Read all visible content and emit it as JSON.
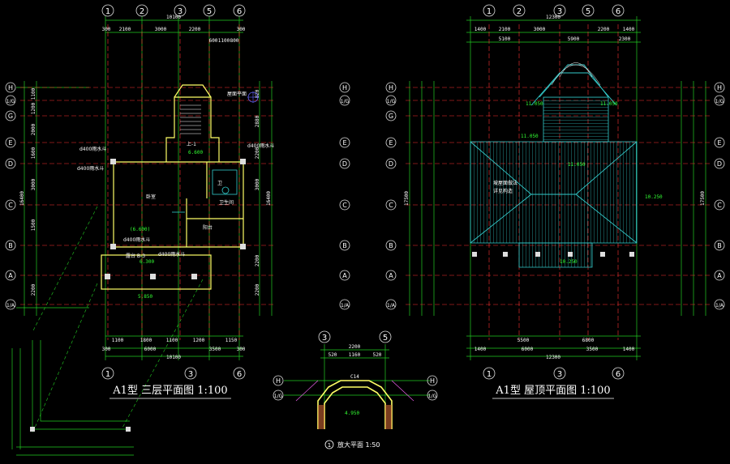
{
  "titles": {
    "third_floor": "A1型  三层平面图 1:100",
    "roof": "A1型  屋顶平面图 1:100",
    "enlarged": "放大平面 1:50",
    "enlarged_num": "1"
  },
  "left_plan": {
    "col_axes": [
      "1",
      "2",
      "3",
      "5",
      "6"
    ],
    "row_axes": [
      "H",
      "1/G",
      "G",
      "E",
      "D",
      "C",
      "B",
      "A",
      "1/A"
    ],
    "top_dims": [
      "300",
      "2100",
      "3000",
      "2200",
      "300"
    ],
    "top_total": "10100",
    "top_small": [
      "600",
      "1100",
      "800"
    ],
    "bottom_dims": [
      "1100",
      "1800",
      "1100",
      "1200",
      "1150"
    ],
    "bottom_dims2": [
      "300",
      "6000",
      "3500",
      "300"
    ],
    "bottom_total": "10100",
    "left_dims": [
      "1100",
      "1200",
      "2000",
      "1600",
      "3000",
      "1500",
      "2200"
    ],
    "left_total": "16400",
    "right_dims": [
      "820",
      "2880",
      "2200",
      "3000",
      "2200",
      "2200"
    ],
    "right_total": "16400",
    "room_labels": [
      "卧室",
      "卫",
      "阳台",
      "卫生间",
      "露台 B-3"
    ],
    "notes": [
      "d400雨水斗",
      "d400雨水斗",
      "d400雨水斗",
      "d400雨水斗",
      "d400雨水斗"
    ],
    "elev": [
      "6.600",
      "(6.600)",
      "6.300",
      "5.850"
    ],
    "stair_label": "上-1",
    "roof_tag": "屋面平面"
  },
  "right_plan": {
    "col_axes": [
      "1",
      "2",
      "3",
      "5",
      "6"
    ],
    "row_axes": [
      "H",
      "1/G",
      "G",
      "E",
      "D",
      "C",
      "B",
      "A",
      "1/A"
    ],
    "top_total": "12300",
    "top_dims": [
      "1400",
      "2100",
      "3000",
      "2200",
      "1400"
    ],
    "top_dims2": [
      "5100",
      "5900",
      "2300"
    ],
    "bottom_dims": [
      "5500",
      "6800"
    ],
    "bottom_dims2": [
      "1400",
      "6000",
      "3500",
      "1400"
    ],
    "bottom_total": "12300",
    "left_total": "17500",
    "right_total": "17500",
    "elev": [
      "11.050",
      "11.050",
      "11.050",
      "11.050",
      "10.250",
      "10.250"
    ],
    "notes": [
      "坡屋面做法",
      "详见构造"
    ]
  },
  "enlarged": {
    "col_axes": [
      "3",
      "5"
    ],
    "row_axes": [
      "H",
      "1/G"
    ],
    "top_total": "2200",
    "top_dims": [
      "520",
      "1160",
      "520"
    ],
    "tag": "C14",
    "elev": "4.950"
  },
  "colors": {
    "background": "#000000",
    "axis": "#ff3333",
    "dim": "#33ff33",
    "wall": "#ffff66",
    "text": "#ffffff",
    "roof": "#33cccc",
    "accent": "#ff66ff"
  }
}
